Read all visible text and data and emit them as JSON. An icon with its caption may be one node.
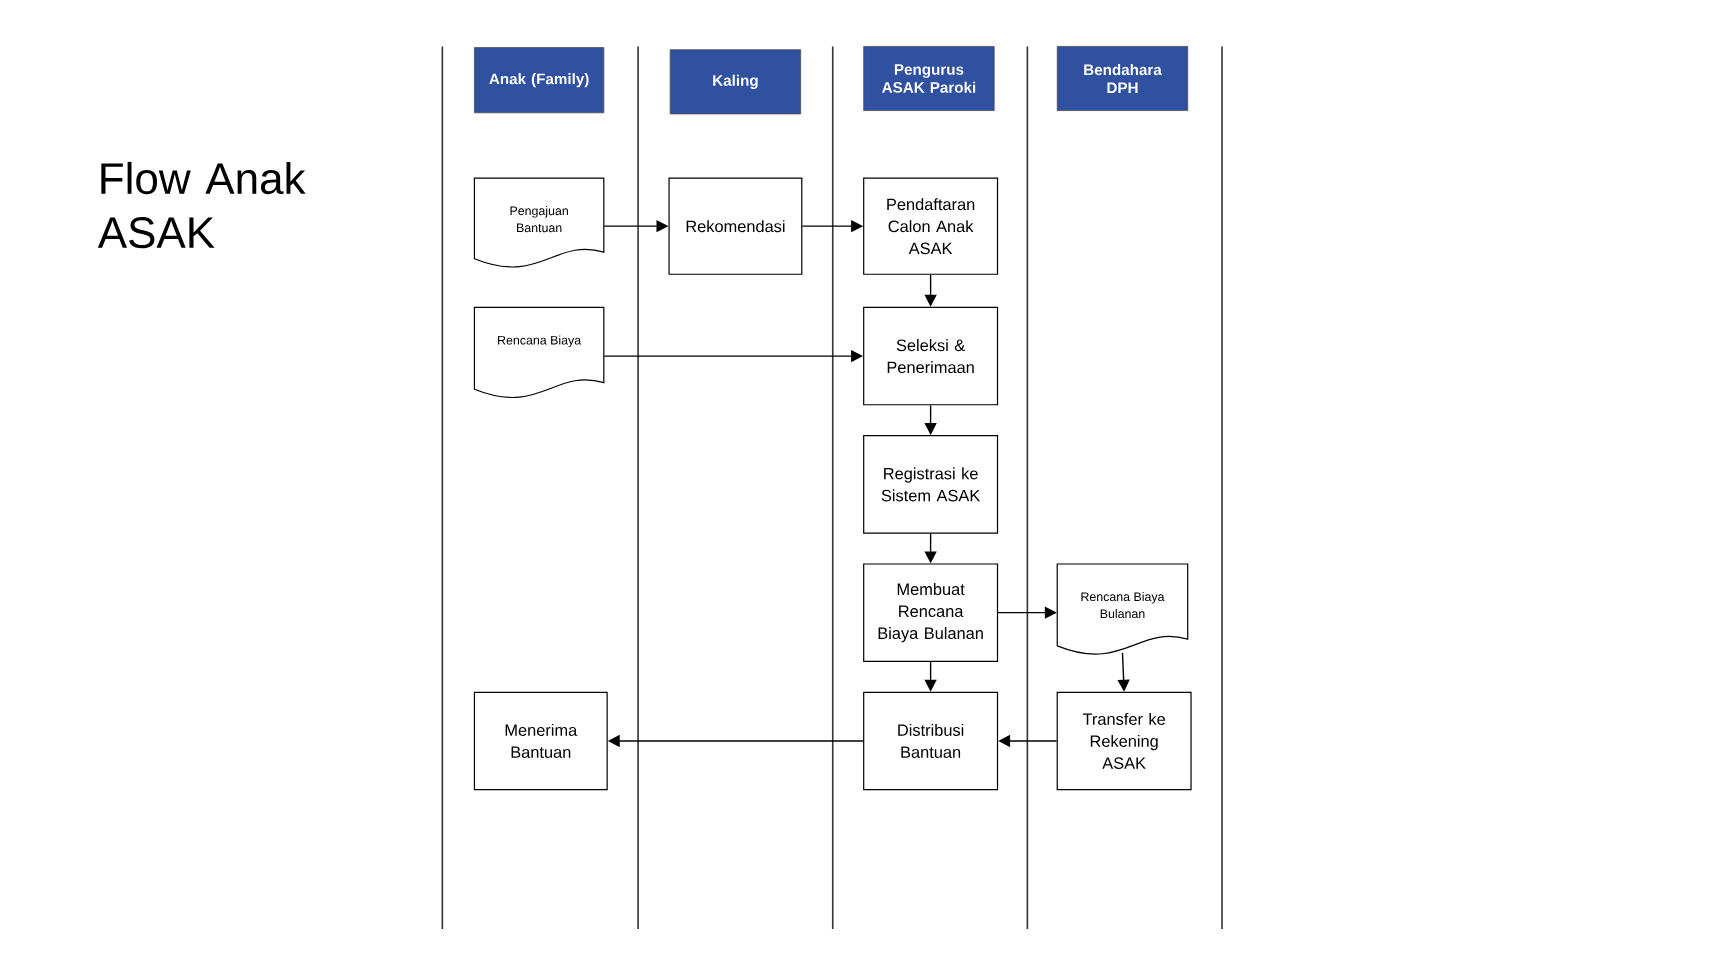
{
  "diagram": {
    "title": "Flow Anak ASAK",
    "nodes": [
      {
        "text": [
          "Anak (Family)"
        ]
      },
      {
        "text": [
          "Kaling"
        ]
      },
      {
        "text": [
          "Pengurus ASAK Paroki"
        ]
      },
      {
        "text": [
          "Bendahara DPH"
        ]
      },
      {
        "text": [
          "Pengajuan Bantuan"
        ]
      },
      {
        "text": [
          "Rekomendasi"
        ]
      },
      {
        "text": [
          "Pendaftaran Calon Anak ASAK"
        ]
      },
      {
        "text": [
          "Rencana Biaya"
        ]
      },
      {
        "text": [
          "Seleksi & Penerimaan"
        ]
      },
      {
        "text": [
          "Registrasi ke Sistem ASAK"
        ]
      },
      {
        "text": [
          "Membuat Rencana Biaya Bulanan"
        ]
      },
      {
        "text": [
          "Rencana Biaya Bulanan"
        ]
      },
      {
        "text": [
          "Menerima Bantuan"
        ]
      },
      {
        "text": [
          "Distribusi Bantuan"
        ]
      },
      {
        "text": [
          "Transfer ke Rekening ASAK"
        ]
      }
    ],
    "edges": [
      {
        "from": 4,
        "to": 5,
        "arrow": "to"
      },
      {
        "from": 5,
        "to": 6,
        "arrow": "to"
      },
      {
        "from": 6,
        "to": 8,
        "arrow": "to"
      },
      {
        "from": 7,
        "to": 8,
        "arrow": "to"
      },
      {
        "from": 8,
        "to": 9,
        "arrow": "to"
      },
      {
        "from": 9,
        "to": 10,
        "arrow": "to"
      },
      {
        "from": 10,
        "to": 11,
        "arrow": "to"
      },
      {
        "from": 11,
        "to": 14,
        "arrow": "to"
      },
      {
        "from": 10,
        "to": 13,
        "arrow": "to"
      },
      {
        "from": 14,
        "to": 13,
        "arrow": "to"
      },
      {
        "from": 13,
        "to": 12,
        "arrow": "to"
      }
    ]
  }
}
